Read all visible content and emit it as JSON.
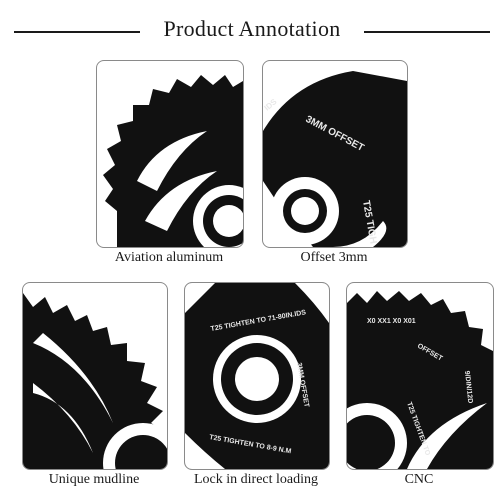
{
  "header": {
    "title": "Product Annotation"
  },
  "colors": {
    "metal": "#111111",
    "engraving": "#e8e8e8",
    "background": "#ffffff",
    "border": "#8a8a8a"
  },
  "panels": [
    {
      "caption": "Aviation aluminum"
    },
    {
      "caption": "Offset 3mm",
      "engraving": [
        "3MM OFFSET",
        "T25 TIGH",
        "IDS"
      ]
    },
    {
      "caption": "Unique mudline"
    },
    {
      "caption": "Lock in direct loading",
      "engraving": [
        "T25 TIGHTEN TO 71-80IN.IDS",
        "3MM OFFSET",
        "T25 TIGHTEN TO 8-9 N.M"
      ]
    },
    {
      "caption": "CNC",
      "engraving": [
        "X0 XX1 X0 X01",
        "OFFSET",
        "T25 TIGHTEN TO",
        "9/DIN/12D"
      ]
    }
  ]
}
